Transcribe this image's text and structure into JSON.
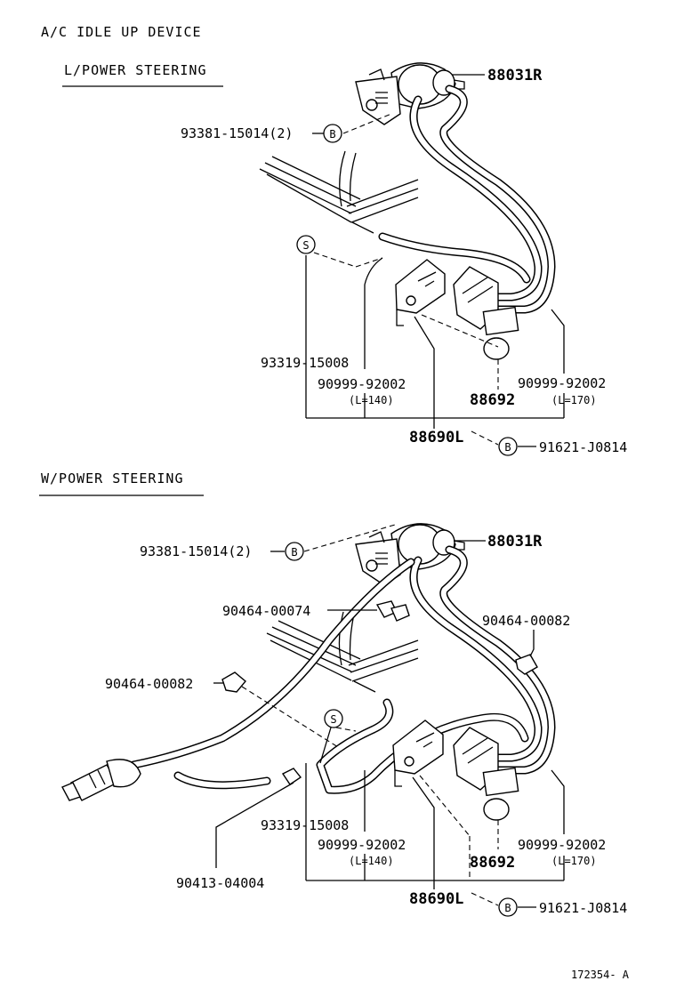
{
  "title": "A/C IDLE UP DEVICE",
  "figure_id": "172354- A",
  "sections": [
    {
      "heading": "L/POWER STEERING",
      "parts": {
        "p88031R": "88031R",
        "p93381": "93381-15014(2)",
        "p93319": "93319-15008",
        "p90999_a": "90999-92002",
        "p90999_a_len": "(L=140)",
        "p88692": "88692",
        "p90999_b": "90999-92002",
        "p90999_b_len": "(L=170)",
        "p88690L": "88690L",
        "p91621": "91621-J0814",
        "mark_b": "B",
        "mark_s": "S"
      }
    },
    {
      "heading": "W/POWER STEERING",
      "parts": {
        "p88031R": "88031R",
        "p93381": "93381-15014(2)",
        "p90464_74": "90464-00074",
        "p90464_82_right": "90464-00082",
        "p90464_82_left": "90464-00082",
        "p93319": "93319-15008",
        "p90999_a": "90999-92002",
        "p90999_a_len": "(L=140)",
        "p88692": "88692",
        "p90999_b": "90999-92002",
        "p90999_b_len": "(L=170)",
        "p90413": "90413-04004",
        "p88690L": "88690L",
        "p91621": "91621-J0814",
        "mark_b": "B",
        "mark_s": "S"
      }
    }
  ]
}
